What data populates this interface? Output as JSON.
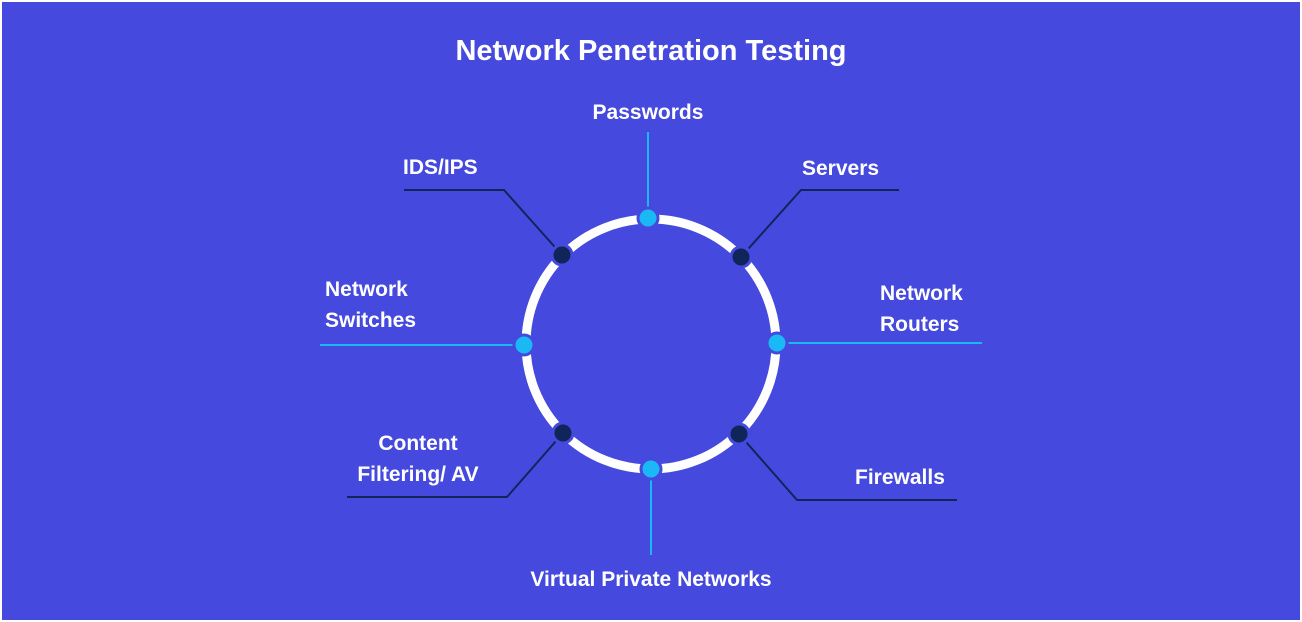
{
  "title": "Network Penetration Testing",
  "colors": {
    "background": "#4549dd",
    "ring": "#ffffff",
    "accent_light": "#1ab8f5",
    "accent_dark": "#10265a",
    "text": "#ffffff"
  },
  "nodes": [
    {
      "id": "passwords",
      "lines": [
        "Passwords"
      ],
      "style": "light"
    },
    {
      "id": "servers",
      "lines": [
        "Servers"
      ],
      "style": "dark"
    },
    {
      "id": "network-routers",
      "lines": [
        "Network",
        "Routers"
      ],
      "style": "light"
    },
    {
      "id": "firewalls",
      "lines": [
        "Firewalls"
      ],
      "style": "dark"
    },
    {
      "id": "virtual-private-networks",
      "lines": [
        "Virtual Private Networks"
      ],
      "style": "light"
    },
    {
      "id": "content-filtering-av",
      "lines": [
        "Content",
        "Filtering/ AV"
      ],
      "style": "dark"
    },
    {
      "id": "network-switches",
      "lines": [
        "Network",
        "Switches"
      ],
      "style": "light"
    },
    {
      "id": "ids-ips",
      "lines": [
        "IDS/IPS"
      ],
      "style": "dark"
    }
  ]
}
